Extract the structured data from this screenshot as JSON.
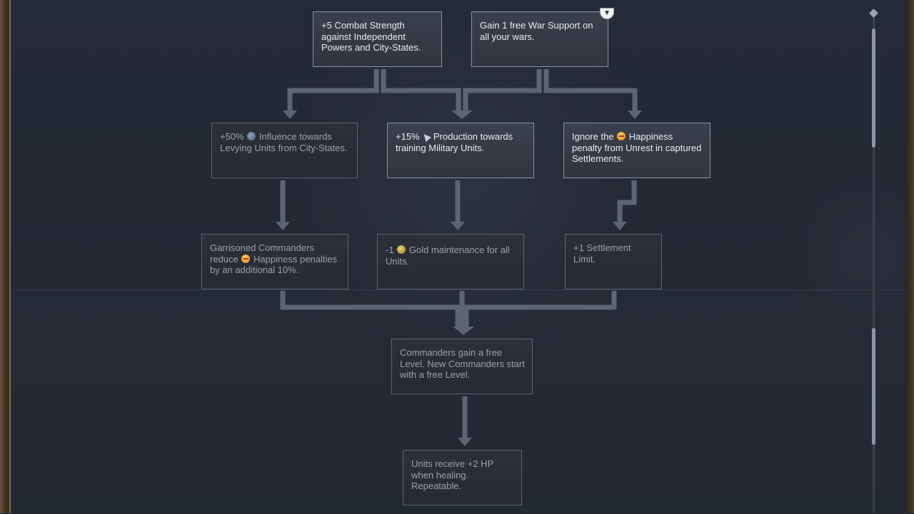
{
  "tree": {
    "nodes": [
      {
        "id": "n1",
        "state": "active",
        "segments": [
          "+5 Combat Strength against Independent Powers and City-States."
        ]
      },
      {
        "id": "n2",
        "state": "active",
        "segments": [
          "Gain 1 free War Support on all your wars."
        ]
      },
      {
        "id": "n3",
        "state": "available",
        "icon": "influence-icon",
        "segments": [
          "+50%",
          "Influence towards Levying Units from City-States."
        ]
      },
      {
        "id": "n4",
        "state": "active",
        "icon": "production-icon",
        "segments": [
          "+15%",
          "Production towards training Military Units."
        ]
      },
      {
        "id": "n5",
        "state": "active",
        "icon": "happiness-icon",
        "segments": [
          "Ignore the",
          "Happiness penalty from Unrest in captured Settlements."
        ]
      },
      {
        "id": "n6",
        "state": "locked",
        "icon": "happiness-icon",
        "segments": [
          "Garrisoned Commanders reduce",
          "Happiness penalties by an additional 10%."
        ]
      },
      {
        "id": "n7",
        "state": "locked",
        "icon": "gold-icon",
        "segments": [
          "-1",
          "Gold maintenance for all Units."
        ]
      },
      {
        "id": "n8",
        "state": "locked",
        "segments": [
          "+1 Settlement Limit."
        ]
      },
      {
        "id": "n9",
        "state": "locked",
        "segments": [
          "Commanders gain a free Level. New Commanders start with a free Level."
        ]
      },
      {
        "id": "n10",
        "state": "locked",
        "segments": [
          "Units receive +2 HP when healing. Repeatable."
        ]
      }
    ],
    "badge_icon": "chevron-down-icon"
  },
  "colors": {
    "panel": "#232833",
    "connector": "#5d6575",
    "node_border_active": "#8a93a4",
    "node_border_dim": "#5c6474"
  }
}
